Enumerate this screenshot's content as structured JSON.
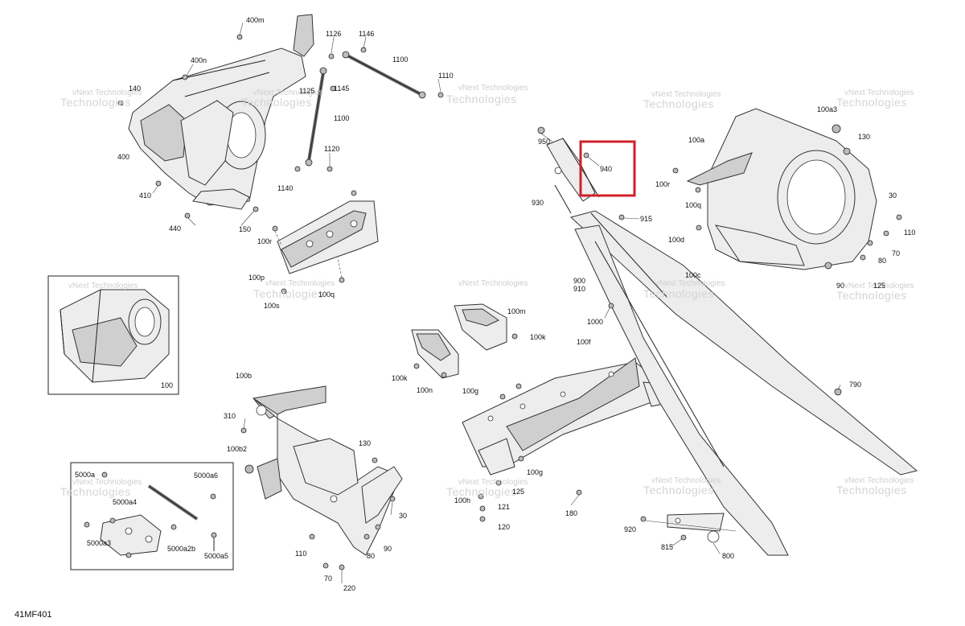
{
  "document_id": "41MF401",
  "watermark": {
    "line1": "vNext",
    "line2": "Technologies",
    "full": "vNext Technologies"
  },
  "highlight": {
    "label": "940",
    "color": "#d0202a"
  },
  "labels": {
    "l400m": "400m",
    "l1126": "1126",
    "l1146": "1146",
    "l1100a": "1100",
    "l400n": "400n",
    "l1110": "1110",
    "l140": "140",
    "l1125a": "1125",
    "l1145": "1145",
    "l1100b": "1100",
    "l400": "400",
    "l1120": "1120",
    "l410": "410",
    "l1140": "1140",
    "l440": "440",
    "l150": "150",
    "l100r_a": "100r",
    "l100p": "100p",
    "l100q_a": "100q",
    "l100s": "100s",
    "l950": "950",
    "l930": "930",
    "l915": "915",
    "l900": "900",
    "l910": "910",
    "l1000": "1000",
    "l100a3": "100a3",
    "l100a": "100a",
    "l130a": "130",
    "l100r_b": "100r",
    "l100q_b": "100q",
    "l30a": "30",
    "l100d": "100d",
    "l110a": "110",
    "l80a": "80",
    "l70a": "70",
    "l100c": "100c",
    "l90a": "90",
    "l125a": "125",
    "l100": "100",
    "l100m": "100m",
    "l100k_a": "100k",
    "l100k_b": "100k",
    "l100n": "100n",
    "l100f": "100f",
    "l100g_a": "100g",
    "l100g_b": "100g",
    "l125b": "125",
    "l100h": "100h",
    "l121": "121",
    "l120": "120",
    "l180": "180",
    "l790": "790",
    "l920": "920",
    "l815": "815",
    "l800": "800",
    "l100b": "100b",
    "l310": "310",
    "l100b2": "100b2",
    "l130b": "130",
    "l30b": "30",
    "l110b": "110",
    "l80b": "80",
    "l90b": "90",
    "l70b": "70",
    "l220": "220",
    "l5000a": "5000a",
    "l5000a6": "5000a6",
    "l5000a4": "5000a4",
    "l5000a3": "5000a3",
    "l5000a2b": "5000a2b",
    "l5000a5": "5000a5"
  },
  "icons": {
    "bolt": "hex-bolt-icon",
    "nut": "hex-nut-icon",
    "frame": "frame-section-icon"
  }
}
